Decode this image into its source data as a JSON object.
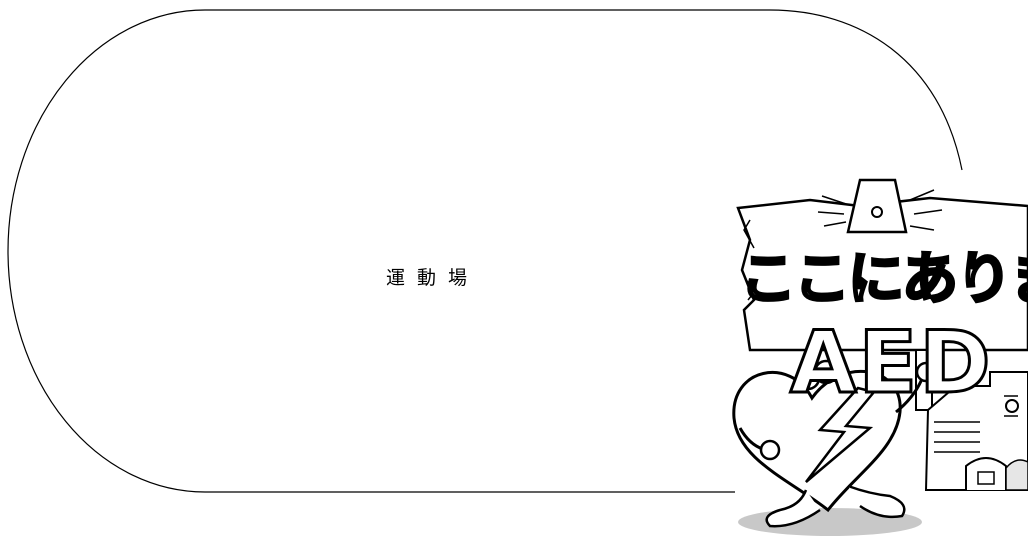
{
  "track": {
    "label": "運動場"
  },
  "aed_sign": {
    "headline": "ここにあります",
    "device": "AED"
  },
  "colors": {
    "line": "#000000",
    "background": "#ffffff",
    "shadow": "#c8c8c8"
  }
}
